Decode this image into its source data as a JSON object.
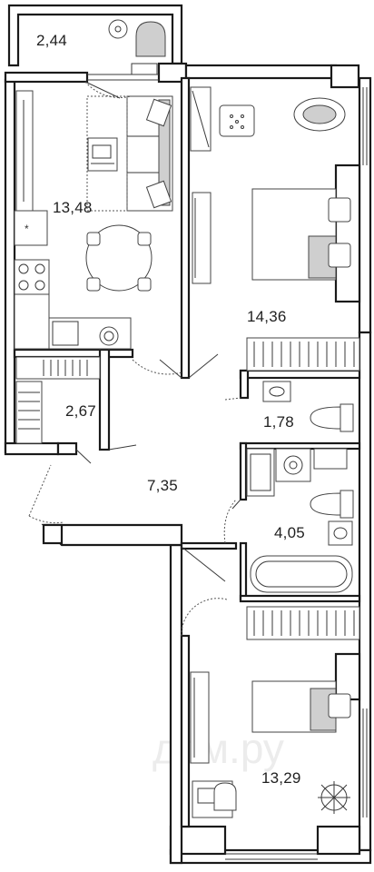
{
  "rooms": [
    {
      "id": "balcony",
      "area": "2,44"
    },
    {
      "id": "kitchen-living",
      "area": "13,48"
    },
    {
      "id": "bedroom-1",
      "area": "14,36"
    },
    {
      "id": "storage",
      "area": "2,67"
    },
    {
      "id": "toilet",
      "area": "1,78"
    },
    {
      "id": "hallway",
      "area": "7,35"
    },
    {
      "id": "bathroom",
      "area": "4,05"
    },
    {
      "id": "bedroom-2",
      "area": "13,29"
    }
  ],
  "watermark": "дом.ру",
  "colors": {
    "wall": "#1a1a1a",
    "furniture_fill": "#cfcfcf",
    "background": "#ffffff"
  }
}
